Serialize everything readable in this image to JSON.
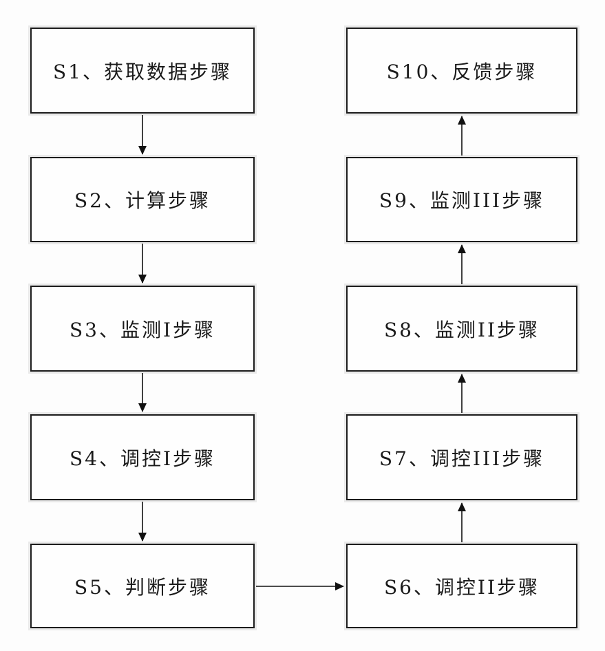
{
  "figure": {
    "type": "flowchart",
    "boxes": [
      {
        "id": "S1",
        "label": "S1、获取数据步骤"
      },
      {
        "id": "S2",
        "label": "S2、计算步骤"
      },
      {
        "id": "S3",
        "label": "S3、监测I步骤"
      },
      {
        "id": "S4",
        "label": "S4、调控I步骤"
      },
      {
        "id": "S5",
        "label": "S5、判断步骤"
      },
      {
        "id": "S6",
        "label": "S6、调控II步骤"
      },
      {
        "id": "S7",
        "label": "S7、调控III步骤"
      },
      {
        "id": "S8",
        "label": "S8、监测II步骤"
      },
      {
        "id": "S9",
        "label": "S9、监测III步骤"
      },
      {
        "id": "S10",
        "label": "S10、反馈步骤"
      }
    ],
    "connections": [
      {
        "from": "S1",
        "to": "S2",
        "direction": "down"
      },
      {
        "from": "S2",
        "to": "S3",
        "direction": "down"
      },
      {
        "from": "S3",
        "to": "S4",
        "direction": "down"
      },
      {
        "from": "S4",
        "to": "S5",
        "direction": "down"
      },
      {
        "from": "S5",
        "to": "S6",
        "direction": "right"
      },
      {
        "from": "S6",
        "to": "S7",
        "direction": "up"
      },
      {
        "from": "S7",
        "to": "S8",
        "direction": "up"
      },
      {
        "from": "S8",
        "to": "S9",
        "direction": "up"
      },
      {
        "from": "S9",
        "to": "S10",
        "direction": "up"
      }
    ],
    "colors": {
      "background": "#fdfdfd",
      "box_fill": "#fefefe",
      "box_border": "#1c1c1c",
      "text": "#1a1a1a",
      "arrow": "#111111"
    }
  }
}
